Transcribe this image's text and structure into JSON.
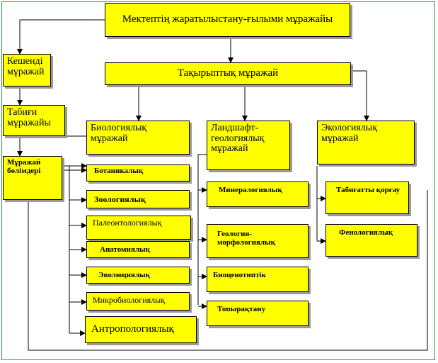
{
  "diagram": {
    "title": "Мектептің жаратылыстану-ғылыми мұражайы",
    "complex": "Кешенді мұражай",
    "natural": "Табиғи мұражайы",
    "sections": "Мұражай бөлімдері",
    "thematic": "Тақырыптық мұражай",
    "biological": "Биологиялық мұражай",
    "landscape": "Ландшафт-геологиялық мұражай",
    "ecological": "Экологиялық мұражай",
    "bio_items": [
      "Ботаникалық",
      "Зоологиялық",
      "Палеонтологиялық",
      "Анатомиялық",
      "Эволюциялық",
      "Микробиологиялық",
      "Антропологиялық"
    ],
    "geo_items": [
      "Минералогиялық",
      "Геология-морфологиялық",
      "Биоценотиптік",
      "Топырақтану"
    ],
    "eco_items": [
      "Табиғатты қорғау",
      "Фенологиялық"
    ]
  }
}
